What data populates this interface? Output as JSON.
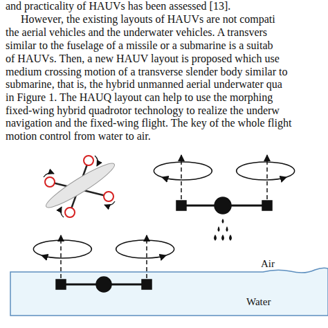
{
  "diagram": {
    "labels": [
      "and practicality of HAUVs has been assessed [13].",
      "However, the existing layouts of HAUVs are not compati",
      "the aerial vehicles and the underwater vehicles. A transvers",
      "similar to the fuselage of a missile or a submarine is a suitab",
      "of HAUVs. Then, a new HAUV layout is proposed which use",
      "medium crossing motion of a transverse slender body similar to",
      "submarine, that is, the hybrid unmanned aerial underwater qua",
      "in Figure 1. The HAUQ layout can help to use the morphing",
      "fixed-wing hybrid quadrotor technology to realize the underw",
      "navigation and the fixed-wing flight. The key of the whole flight",
      "motion control from water to air.",
      "Air",
      "Water"
    ]
  }
}
